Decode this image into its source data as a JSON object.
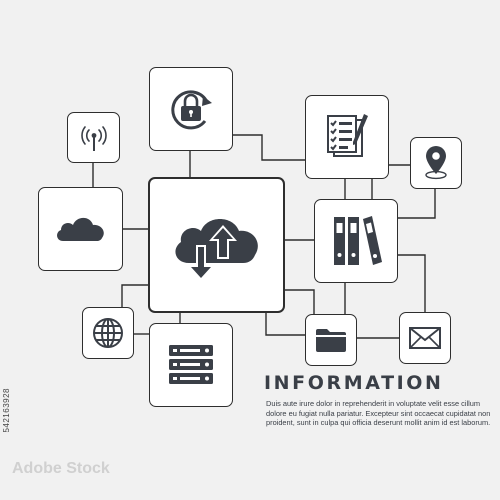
{
  "diagram": {
    "title": "INFORMATION",
    "description": "Duis aute irure dolor in reprehenderit in voluptate velit esse cillum  dolore eu fugiat  nulla pariatur. Excepteur sint occaecat cupidatat non proident, sunt in culpa qui officia deserunt mollit anim id est laborum.",
    "stock_id": "542163928",
    "watermark": "Adobe Stock",
    "colors": {
      "background": "#f1f1f1",
      "node_fill": "#ffffff",
      "stroke": "#2e2e2e",
      "icon": "#3a3f47"
    },
    "nodes": [
      {
        "id": "cloud-sync",
        "icon": "cloud-upload-download-icon"
      },
      {
        "id": "cloud",
        "icon": "cloud-icon"
      },
      {
        "id": "wireless",
        "icon": "antenna-icon"
      },
      {
        "id": "security",
        "icon": "lock-sync-icon"
      },
      {
        "id": "documents",
        "icon": "checklist-document-icon"
      },
      {
        "id": "location",
        "icon": "location-pin-icon"
      },
      {
        "id": "archive",
        "icon": "binders-icon"
      },
      {
        "id": "globe",
        "icon": "globe-icon"
      },
      {
        "id": "server",
        "icon": "server-rack-icon"
      },
      {
        "id": "folder",
        "icon": "folder-icon"
      },
      {
        "id": "mail",
        "icon": "envelope-icon"
      }
    ]
  }
}
